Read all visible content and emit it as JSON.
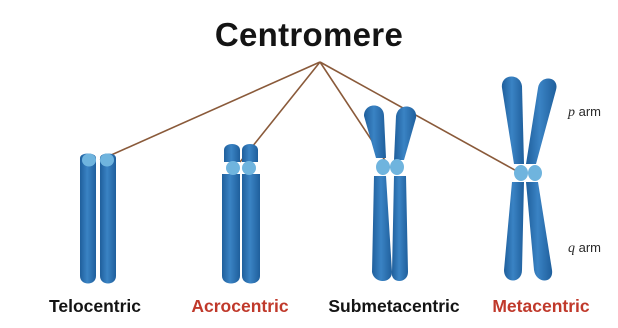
{
  "title": "Centromere",
  "arm_labels": {
    "p_letter": "p",
    "q_letter": "q",
    "suffix": " arm"
  },
  "types": [
    {
      "name": "Telocentric"
    },
    {
      "name": "Acrocentric"
    },
    {
      "name": "Submetacentric"
    },
    {
      "name": "Metacentric"
    }
  ],
  "colors": {
    "chromosome": "#2a6fb0",
    "chromosome_highlight": "#4d92cf",
    "centromere": "#6fb4de",
    "connector_line": "#8a5a3a",
    "label_dark": "#141414",
    "label_red": "#c0392b"
  }
}
